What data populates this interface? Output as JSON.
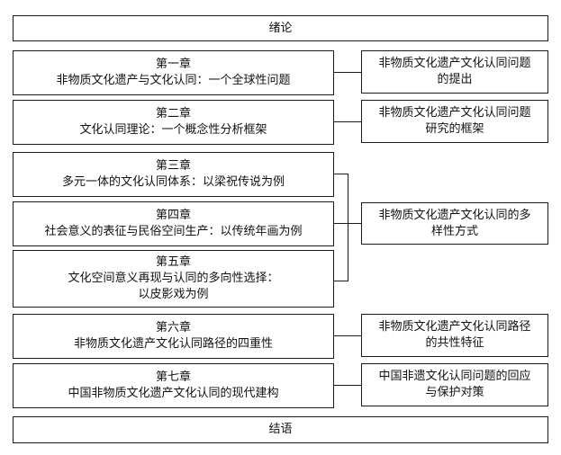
{
  "intro": "绪论",
  "conclusion": "结语",
  "chapters": [
    {
      "num": "第一章",
      "title": "非物质文化遗产与文化认同：一个全球性问题"
    },
    {
      "num": "第二章",
      "title": "文化认同理论：一个概念性分析框架"
    },
    {
      "num": "第三章",
      "title": "多元一体的文化认同体系：以梁祝传说为例"
    },
    {
      "num": "第四章",
      "title": "社会意义的表征与民俗空间生产：以传统年画为例"
    },
    {
      "num": "第五章",
      "title": "文化空间意义再现与认同的多向性选择：",
      "title2": "以皮影戏为例"
    },
    {
      "num": "第六章",
      "title": "非物质文化遗产文化认同路径的四重性"
    },
    {
      "num": "第七章",
      "title": "中国非物质文化遗产文化认同的现代建构"
    }
  ],
  "themes": [
    {
      "line1": "非物质文化遗产文化认同问题",
      "line2": "的提出"
    },
    {
      "line1": "非物质文化遗产文化认同问题",
      "line2": "研究的框架"
    },
    {
      "line1": "非物质文化遗产文化认同的多",
      "line2": "样性方式"
    },
    {
      "line1": "非物质文化遗产文化认同路径",
      "line2": "的共性特征"
    },
    {
      "line1": "中国非遗文化认同问题的回应",
      "line2": "与保护对策"
    }
  ]
}
